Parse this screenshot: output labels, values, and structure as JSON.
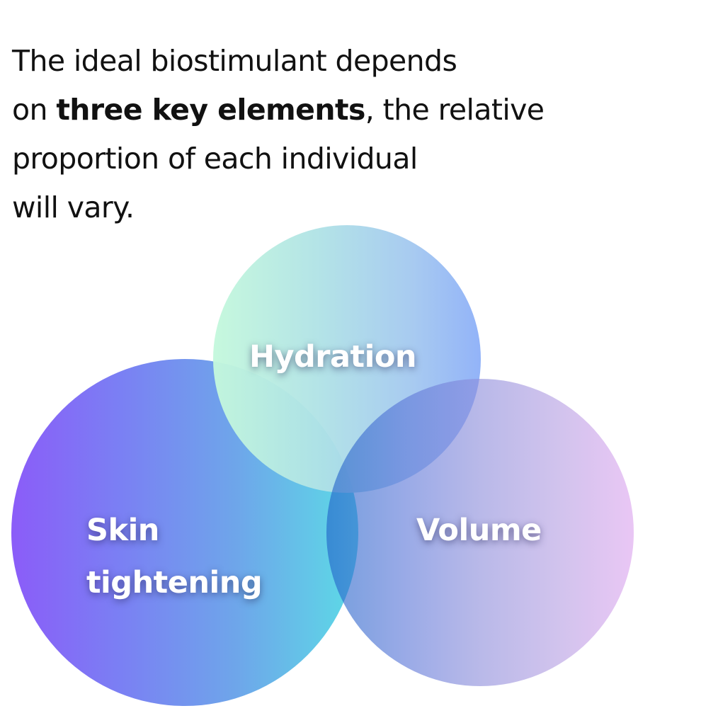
{
  "headline": {
    "line1": "The ideal biostimulant depends",
    "line2_prefix": "on ",
    "line2_bold": "three key elements",
    "line2_suffix": ", the relative",
    "line3": "proportion of each individual",
    "line4": "will vary."
  },
  "venn": {
    "circles": [
      {
        "id": "skin-tightening",
        "label_line1": "Skin",
        "label_line2": "tightening",
        "gradient_start": "#8b5cf8",
        "gradient_mid": "#7b86f0",
        "gradient_end": "#5fdce6"
      },
      {
        "id": "hydration",
        "label": "Hydration",
        "gradient_start": "#c6f7dc",
        "gradient_mid": "#acd6ea",
        "gradient_end": "#8fb2f8"
      },
      {
        "id": "volume",
        "label": "Volume",
        "gradient_start": "#5b7fd0",
        "gradient_mid": "#a29de0",
        "gradient_end": "#e0a8ee"
      }
    ]
  }
}
